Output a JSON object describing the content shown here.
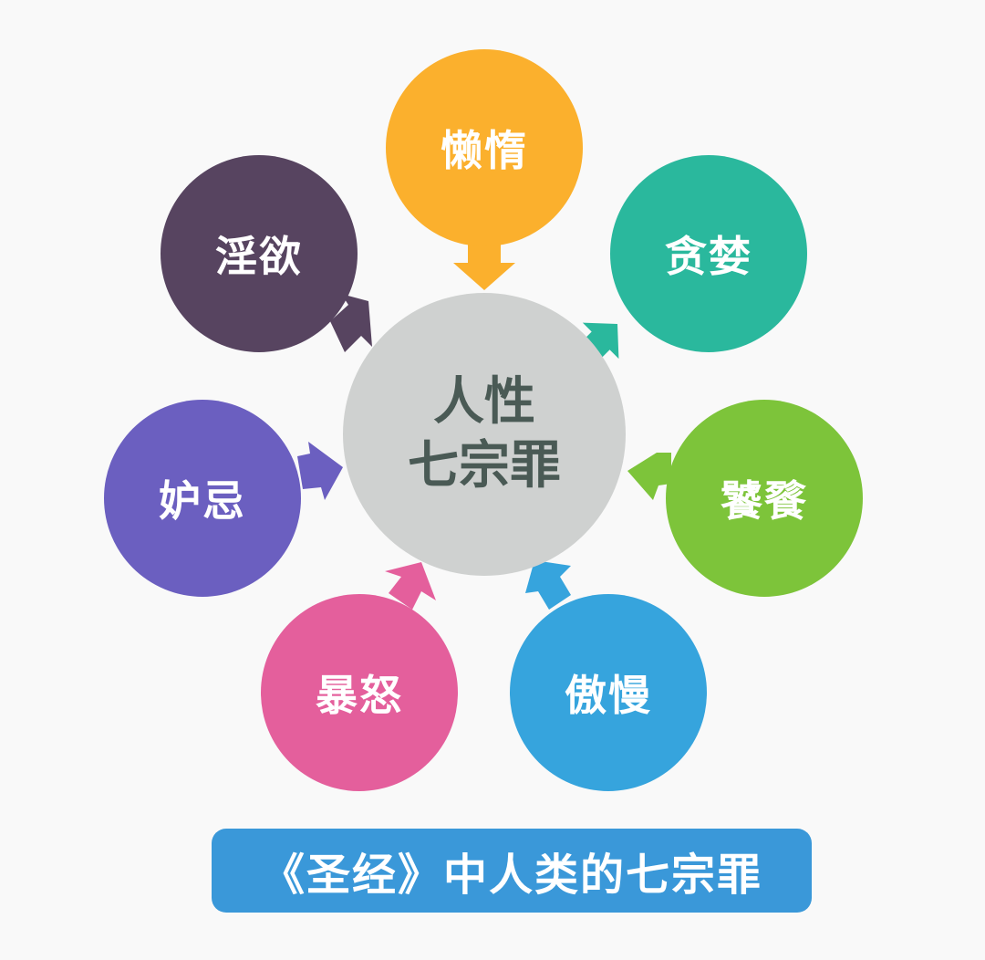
{
  "diagram": {
    "type": "hub-and-spoke",
    "center": {
      "line1": "人性",
      "line2": "七宗罪",
      "color": "#cfd1d0",
      "text_color": "#4a5a55"
    },
    "nodes": [
      {
        "label": "懒惰",
        "color": "#fbb02d"
      },
      {
        "label": "贪婪",
        "color": "#2ab89d"
      },
      {
        "label": "饕餮",
        "color": "#7dc43a"
      },
      {
        "label": "傲慢",
        "color": "#36a4dd"
      },
      {
        "label": "暴怒",
        "color": "#e45f9c"
      },
      {
        "label": "妒忌",
        "color": "#6b5fc0"
      },
      {
        "label": "淫欲",
        "color": "#574460"
      }
    ],
    "edges": "all seven nodes point with arrows toward center"
  },
  "caption": {
    "text": "《圣经》中人类的七宗罪",
    "color": "#3a98d9"
  }
}
